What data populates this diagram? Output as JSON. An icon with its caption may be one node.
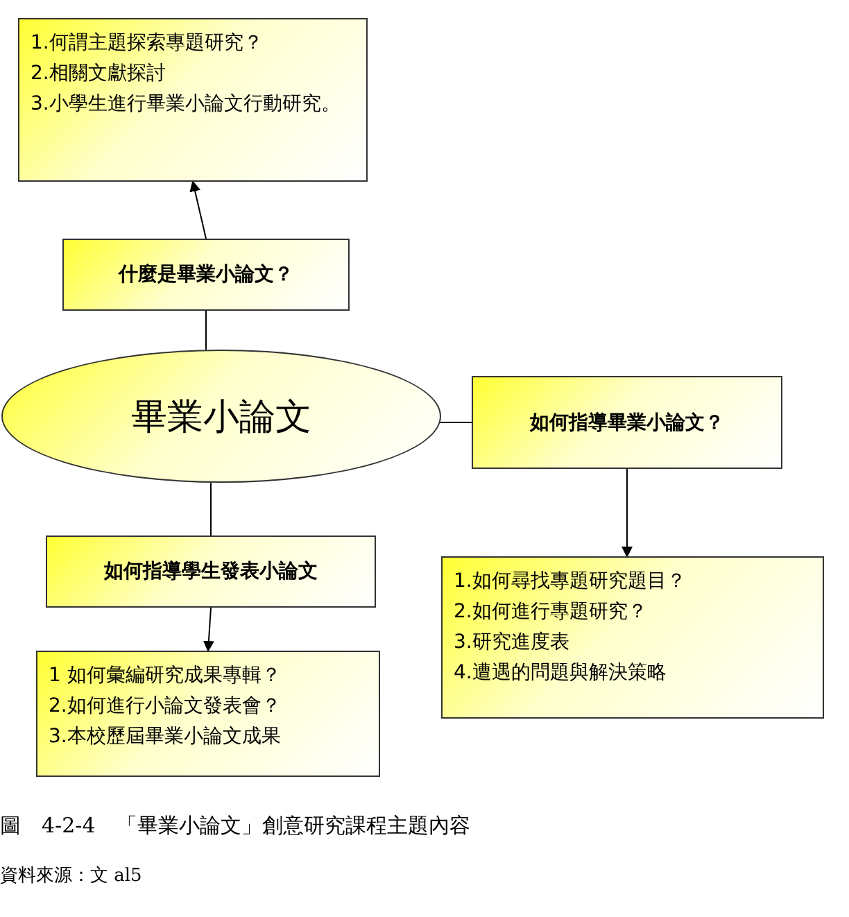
{
  "diagram": {
    "caption": "圖　4-2-4　「畢業小論文」創意研究課程主題內容",
    "nodes": [
      {
        "text": [
          "1.何謂主題探索專題研究？",
          "2.相關文獻探討",
          "3.小學生進行畢業小論文行動研究。"
        ]
      },
      {
        "text": [
          "什麼是畢業小論文？"
        ]
      },
      {
        "text": [
          "畢業小論文"
        ]
      },
      {
        "text": [
          "如何指導畢業小論文？"
        ]
      },
      {
        "text": [
          "如何指導學生發表小論文"
        ]
      },
      {
        "text": [
          "1 如何彙編研究成果專輯？",
          "2.如何進行小論文發表會？",
          "3.本校歷屆畢業小論文成果"
        ]
      },
      {
        "text": [
          "1.如何尋找專題研究題目？",
          "2.如何進行專題研究？",
          "3.研究進度表",
          "4.遭遇的問題與解決策略"
        ]
      }
    ],
    "edges": [
      {
        "from": 1,
        "to": 0,
        "arrow": "to"
      },
      {
        "from": 2,
        "to": 1,
        "arrow": "none"
      },
      {
        "from": 2,
        "to": 3,
        "arrow": "none"
      },
      {
        "from": 3,
        "to": 6,
        "arrow": "to"
      },
      {
        "from": 2,
        "to": 4,
        "arrow": "none"
      },
      {
        "from": 4,
        "to": 5,
        "arrow": "to"
      }
    ],
    "labels": [
      "資料來源：文 al5"
    ]
  }
}
